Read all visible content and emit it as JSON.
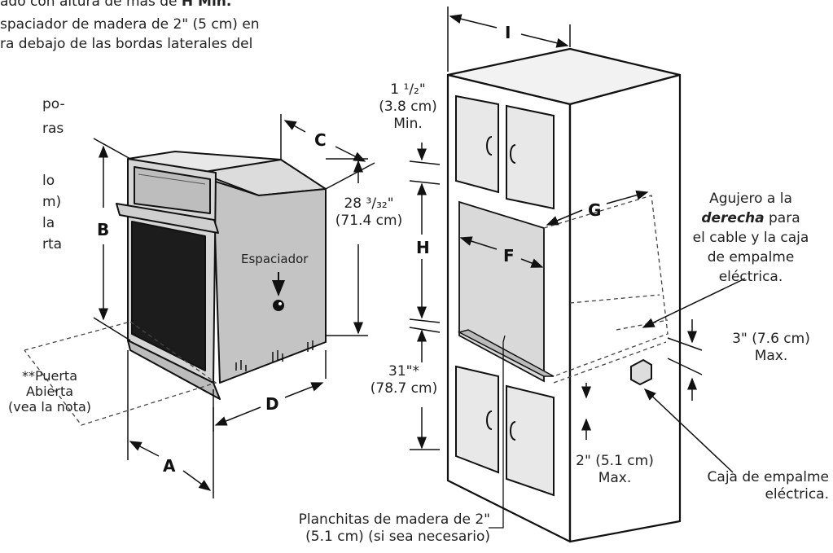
{
  "intro": {
    "line1_text": "ado con altura de más de ",
    "line1_bold": "H Min.",
    "line2": "spaciador de madera de 2\" (5 cm) en",
    "line3": "ra debajo de las bordas laterales del"
  },
  "left_fragments": [
    "po-",
    "ras",
    "lo",
    "m)",
    "la",
    "rta"
  ],
  "labels": {
    "A": "A",
    "B": "B",
    "C": "C",
    "D": "D",
    "F": "F",
    "G": "G",
    "H": "H",
    "I": "I"
  },
  "oven": {
    "height_dim_1": "28 ³/₃₂\"",
    "height_dim_2": "(71.4 cm)",
    "spacer_label": "Espaciador",
    "door_note_1": "**Puerta",
    "door_note_2": "Abierta",
    "door_note_3": "(vea la nota)"
  },
  "cabinet": {
    "top_dim_1": "1 ¹/₂\"",
    "top_dim_2": "(3.8 cm)",
    "top_dim_3": "Min.",
    "bottom_dim_1": "31\"*",
    "bottom_dim_2": "(78.7 cm)",
    "hole_1": "Agujero a la",
    "hole_bold": "derecha",
    "hole_2": " para",
    "hole_3": "el cable y la caja",
    "hole_4": "de empalme",
    "hole_5": "eléctrica.",
    "side_dim_1": "3\" (7.6 cm)",
    "side_dim_2": "Max.",
    "floor_dim_1": "2\" (5.1 cm)",
    "floor_dim_2": "Max.",
    "jbox_1": "Caja de empalme",
    "jbox_2": "eléctrica.",
    "planks_1": "Planchitas de madera de 2\"",
    "planks_2": "(5.1 cm) (si sea necesario)"
  }
}
